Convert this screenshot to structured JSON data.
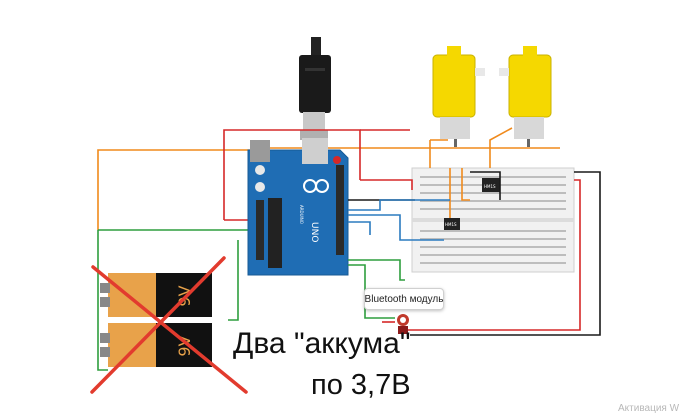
{
  "caption": {
    "line1": "Два \"аккума\"",
    "line2": "по 3,7В"
  },
  "bluetooth_label": "Bluetooth модуль",
  "battery_label": "9V",
  "arduino": {
    "logo_text": "UNO",
    "brand_text": "ARDUINO"
  },
  "driver_chip_label": "HM1S",
  "watermark": "Активация W",
  "colors": {
    "wire_red": "#d62828",
    "wire_black": "#1a1a1a",
    "wire_orange": "#f08a1c",
    "wire_green": "#2e9e3e",
    "wire_blue": "#2b7bbf",
    "cross_red": "#e23b2e",
    "arduino_blue": "#1f6db4",
    "motor_yellow": "#f5d800",
    "battery_orange": "#e8a24a"
  },
  "icons": [
    "arduino-logo-icon",
    "usb-plug-icon",
    "battery-icon",
    "motor-icon",
    "bluetooth-module-icon"
  ]
}
